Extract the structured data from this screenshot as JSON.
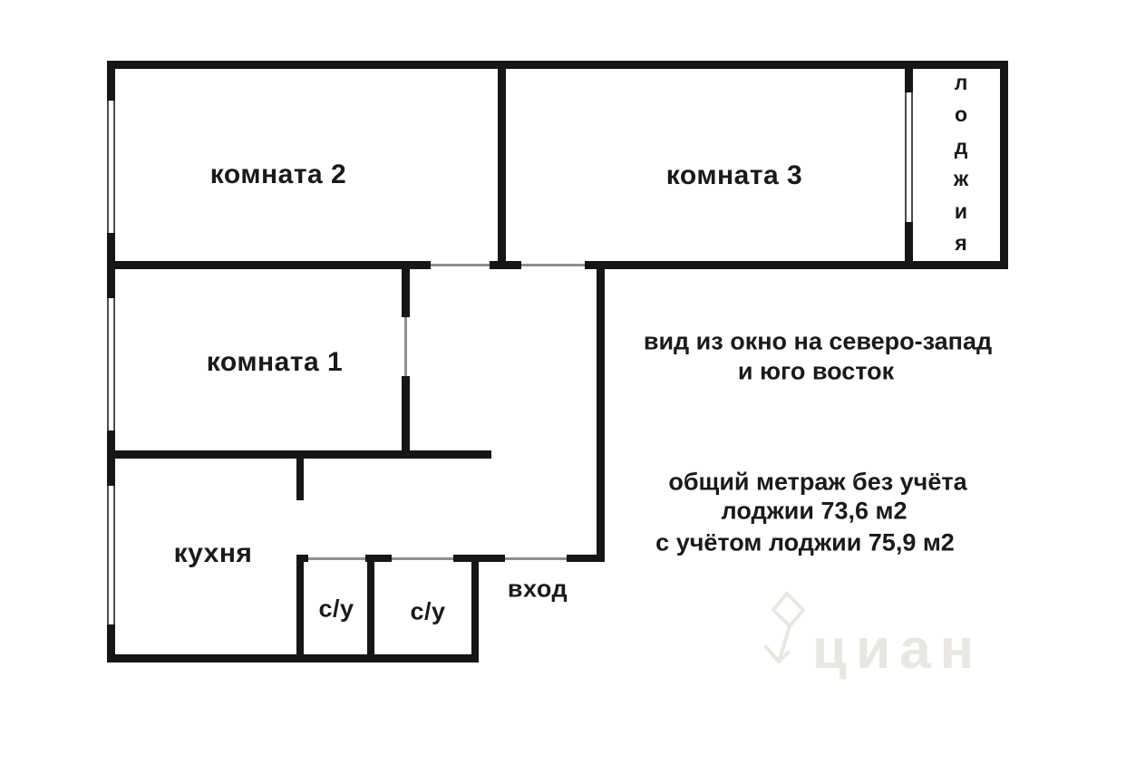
{
  "rooms": {
    "room2": {
      "label": "комната 2"
    },
    "room3": {
      "label": "комната 3"
    },
    "room1": {
      "label": "комната 1"
    },
    "kitchen": {
      "label": "кухня"
    },
    "wc1": {
      "label": "с/у"
    },
    "wc2": {
      "label": "с/у"
    },
    "entrance": {
      "label": "вход"
    },
    "loggia": {
      "label": "лоджия",
      "letters": [
        "л",
        "о",
        "д",
        "ж",
        "и",
        "я"
      ]
    }
  },
  "annotations": {
    "view_line1": "вид из окно на северо-запад",
    "view_line2": "и юго восток",
    "area_line1": "общий метраж без учёта",
    "area_line2": "лоджии 73,6 м2",
    "area_line3": "с учётом лоджии 75,9 м2"
  },
  "watermark": {
    "text": "циан"
  },
  "colors": {
    "wall": "#161616",
    "opening": "#8f8f8f",
    "watermark": "#e9e7e3",
    "background": "#ffffff",
    "text": "#1a1a1a"
  }
}
